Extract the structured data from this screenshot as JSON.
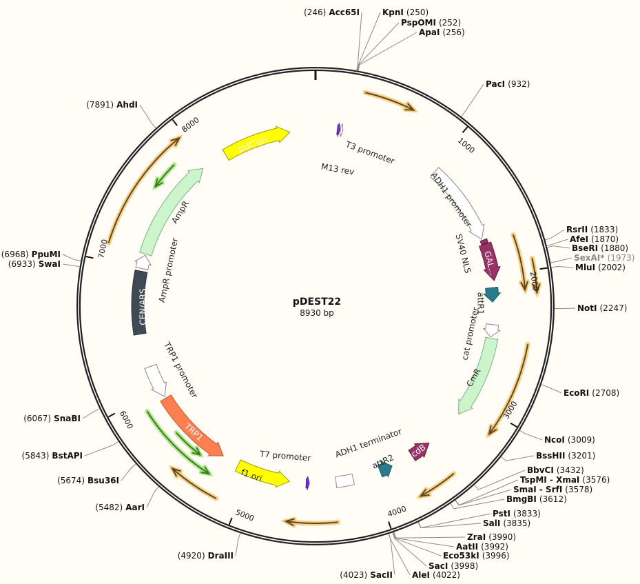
{
  "plasmid": {
    "name": "pDEST22",
    "length_label": "8930 bp",
    "length": 8930
  },
  "ticks": [
    1000,
    2000,
    3000,
    4000,
    5000,
    6000,
    7000,
    8000
  ],
  "enzymes": [
    {
      "name": "Acc65I",
      "pos": "(246)",
      "bp": 246
    },
    {
      "name": "KpnI",
      "pos": "(250)",
      "bp": 250
    },
    {
      "name": "PspOMI",
      "pos": "(252)",
      "bp": 252
    },
    {
      "name": "ApaI",
      "pos": "(256)",
      "bp": 256
    },
    {
      "name": "PacI",
      "pos": "(932)",
      "bp": 932
    },
    {
      "name": "RsrII",
      "pos": "(1833)",
      "bp": 1833
    },
    {
      "name": "AfeI",
      "pos": "(1870)",
      "bp": 1870
    },
    {
      "name": "BseRI",
      "pos": "(1880)",
      "bp": 1880
    },
    {
      "name": "SexAI*",
      "pos": "(1973)",
      "bp": 1973,
      "gray": true
    },
    {
      "name": "MluI",
      "pos": "(2002)",
      "bp": 2002
    },
    {
      "name": "NotI",
      "pos": "(2247)",
      "bp": 2247
    },
    {
      "name": "EcoRI",
      "pos": "(2708)",
      "bp": 2708
    },
    {
      "name": "NcoI",
      "pos": "(3009)",
      "bp": 3009
    },
    {
      "name": "BssHII",
      "pos": "(3201)",
      "bp": 3201
    },
    {
      "name": "BbvCI",
      "pos": "(3432)",
      "bp": 3432
    },
    {
      "name": "TspMI - XmaI",
      "pos": "(3576)",
      "bp": 3576
    },
    {
      "name": "SmaI - SrfI",
      "pos": "(3578)",
      "bp": 3578
    },
    {
      "name": "BmgBI",
      "pos": "(3612)",
      "bp": 3612
    },
    {
      "name": "PstI",
      "pos": "(3833)",
      "bp": 3833
    },
    {
      "name": "SalI",
      "pos": "(3835)",
      "bp": 3835
    },
    {
      "name": "ZraI",
      "pos": "(3990)",
      "bp": 3990
    },
    {
      "name": "AatII",
      "pos": "(3992)",
      "bp": 3992
    },
    {
      "name": "Eco53kI",
      "pos": "(3996)",
      "bp": 3996
    },
    {
      "name": "SacI",
      "pos": "(3998)",
      "bp": 3998
    },
    {
      "name": "AleI",
      "pos": "(4022)",
      "bp": 4022
    },
    {
      "name": "SacII",
      "pos": "(4023)",
      "bp": 4023
    },
    {
      "name": "DraIII",
      "pos": "(4920)",
      "bp": 4920
    },
    {
      "name": "AarI",
      "pos": "(5482)",
      "bp": 5482
    },
    {
      "name": "Bsu36I",
      "pos": "(5674)",
      "bp": 5674
    },
    {
      "name": "BstAPI",
      "pos": "(5843)",
      "bp": 5843
    },
    {
      "name": "SnaBI",
      "pos": "(6067)",
      "bp": 6067
    },
    {
      "name": "SwaI",
      "pos": "(6933)",
      "bp": 6933
    },
    {
      "name": "PpuMI",
      "pos": "(6968)",
      "bp": 6968
    },
    {
      "name": "AhdI",
      "pos": "(7891)",
      "bp": 7891
    }
  ],
  "features": [
    {
      "id": "puc-ori",
      "label": "pUC ori",
      "start": 8168,
      "end": 8721,
      "dir": 1,
      "fill": "#ffff00",
      "stroke": "#9a9a00",
      "r": 255,
      "w": 18,
      "lc": "w"
    },
    {
      "id": "m13-rev",
      "label": "M13 rev",
      "start": 175,
      "end": 195,
      "dir": 1,
      "fill": "#7a2ed0",
      "stroke": "#4a1a90",
      "r": 258,
      "w": 14
    },
    {
      "id": "t3-promoter",
      "label": "T3 promoter",
      "start": 200,
      "end": 220,
      "dir": 1,
      "fill": "#ffffff",
      "stroke": "#888888",
      "r": 258,
      "w": 14
    },
    {
      "id": "adh1-promoter",
      "label": "ADH1 promoter",
      "start": 1032,
      "end": 1690,
      "dir": 1,
      "fill": "#ffffff",
      "stroke": "#888888",
      "r": 260,
      "w": 18
    },
    {
      "id": "sv40-nls",
      "label": "SV40 NLS",
      "start": 1700,
      "end": 1730,
      "dir": 0,
      "fill": "#993366",
      "stroke": "#551133",
      "r": 262,
      "w": 10
    },
    {
      "id": "gal4-ad",
      "label": "GAL...",
      "start": 1735,
      "end": 2030,
      "dir": 1,
      "fill": "#993366",
      "stroke": "#661a44",
      "r": 262,
      "w": 18,
      "lc": "w"
    },
    {
      "id": "attr1",
      "label": "attR1",
      "start": 2085,
      "end": 2200,
      "dir": 1,
      "fill": "#2a7b8c",
      "stroke": "#1a5563",
      "r": 257,
      "w": 18
    },
    {
      "id": "cat-promoter",
      "label": "cat promoter",
      "start": 2380,
      "end": 2480,
      "dir": 1,
      "fill": "#ffffff",
      "stroke": "#888888",
      "r": 258,
      "w": 18
    },
    {
      "id": "cmr",
      "label": "CmR",
      "start": 2490,
      "end": 3150,
      "dir": 1,
      "fill": "#ccf5cc",
      "stroke": "#7fb07f",
      "r": 260,
      "w": 18
    },
    {
      "id": "ccdb",
      "label": "ccdB",
      "start": 3480,
      "end": 3650,
      "dir": -1,
      "fill": "#993366",
      "stroke": "#661a44",
      "r": 258,
      "w": 18,
      "lc": "w"
    },
    {
      "id": "attr2",
      "label": "attR2",
      "start": 3830,
      "end": 3935,
      "dir": -1,
      "fill": "#2a7b8c",
      "stroke": "#1a5563",
      "r": 257,
      "w": 18
    },
    {
      "id": "adh1-terminator",
      "label": "ADH1 terminator",
      "start": 4160,
      "end": 4300,
      "dir": 0,
      "fill": "#ffffff",
      "stroke": "#888888",
      "r": 257,
      "w": 16
    },
    {
      "id": "t7-promoter",
      "label": "T7 promoter",
      "start": 4515,
      "end": 4540,
      "dir": -1,
      "fill": "#7a2ed0",
      "stroke": "#4a1a90",
      "r": 257,
      "w": 14
    },
    {
      "id": "f1-ori",
      "label": "f1 ori",
      "start": 4675,
      "end": 5110,
      "dir": -1,
      "fill": "#ffff00",
      "stroke": "#9a9a00",
      "r": 257,
      "w": 18
    },
    {
      "id": "trp1",
      "label": "TRP1",
      "start": 5250,
      "end": 5915,
      "dir": -1,
      "fill": "#ff7f50",
      "stroke": "#c05a30",
      "r": 255,
      "w": 18,
      "lc": "w"
    },
    {
      "id": "trp1-promoter",
      "label": "TRP1 promoter",
      "start": 5930,
      "end": 6200,
      "dir": -1,
      "fill": "#ffffff",
      "stroke": "#888888",
      "r": 255,
      "w": 18
    },
    {
      "id": "cen-ars",
      "label": "CEN/ARS",
      "start": 6473,
      "end": 6978,
      "dir": 0,
      "fill": "#414a54",
      "stroke": "#2a3038",
      "r": 258,
      "w": 18,
      "lc": "w"
    },
    {
      "id": "ampr-promoter",
      "label": "AmpR promoter",
      "start": 7000,
      "end": 7110,
      "dir": 1,
      "fill": "#ffffff",
      "stroke": "#888888",
      "r": 258,
      "w": 18
    },
    {
      "id": "ampr",
      "label": "AmpR",
      "start": 7120,
      "end": 7955,
      "dir": 1,
      "fill": "#ccf5cc",
      "stroke": "#7fb07f",
      "r": 258,
      "w": 18
    }
  ],
  "primers": [
    {
      "start": 325,
      "end": 660,
      "dir": 1,
      "r": 318,
      "color": "#f5c46a"
    },
    {
      "start": 1740,
      "end": 2121,
      "dir": 1,
      "r": 305,
      "color": "#f5c46a"
    },
    {
      "start": 1922,
      "end": 2145,
      "dir": 1,
      "r": 322,
      "color": "#f5c46a"
    },
    {
      "start": 2484,
      "end": 3135,
      "dir": 1,
      "r": 313,
      "color": "#f5c46a"
    },
    {
      "start": 3483,
      "end": 3746,
      "dir": 1,
      "r": 315,
      "color": "#f5c46a"
    },
    {
      "start": 4317,
      "end": 4659,
      "dir": 1,
      "r": 315,
      "color": "#f5c46a"
    },
    {
      "start": 5143,
      "end": 5492,
      "dir": 1,
      "r": 314,
      "color": "#f5c46a"
    },
    {
      "start": 5270,
      "end": 5905,
      "dir": -1,
      "r": 288,
      "color": "#9fe07a"
    },
    {
      "start": 5405,
      "end": 5650,
      "dir": -1,
      "r": 273,
      "color": "#9fe07a"
    },
    {
      "start": 7118,
      "end": 7961,
      "dir": 1,
      "r": 314,
      "color": "#f5c46a"
    },
    {
      "start": 7609,
      "end": 7814,
      "dir": -1,
      "r": 290,
      "color": "#9fe07a"
    }
  ]
}
